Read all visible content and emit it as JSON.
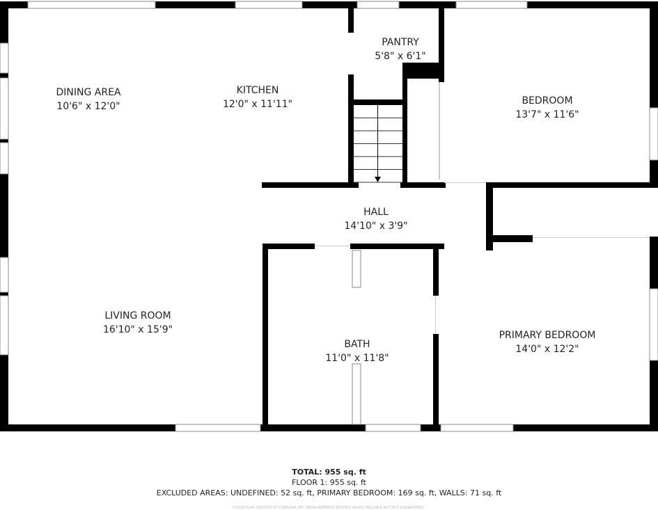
{
  "rooms": [
    {
      "name": "DINING AREA",
      "size": "10'6\" x 12'0\""
    },
    {
      "name": "KITCHEN",
      "size": "12'0\" x 11'11\""
    },
    {
      "name": "PANTRY",
      "size": "5'8\" x 6'1\""
    },
    {
      "name": "BEDROOM",
      "size": "13'7\" x 11'6\""
    },
    {
      "name": "HALL",
      "size": "14'10\" x 3'9\""
    },
    {
      "name": "LIVING ROOM",
      "size": "16'10\" x 15'9\""
    },
    {
      "name": "BATH",
      "size": "11'0\" x 11'8\""
    },
    {
      "name": "PRIMARY BEDROOM",
      "size": "14'0\" x 12'2\""
    }
  ],
  "summary": {
    "total": "TOTAL: 955 sq. ft",
    "floor": "FLOOR 1: 955 sq. ft",
    "excluded": "EXCLUDED AREAS: UNDEFINED: 52 sq. ft, PRIMARY BEDROOM: 169 sq. ft, WALLS: 71 sq. ft",
    "credit": "FLOOR PLAN CREATED BY CUBICASA APP. MEASUREMENTS DEEMED HIGHLY RELIABLE BUT NOT GUARANTEED."
  },
  "colors": {
    "wall": "#000000",
    "window": "#ffffff",
    "background": "#ffffff"
  }
}
